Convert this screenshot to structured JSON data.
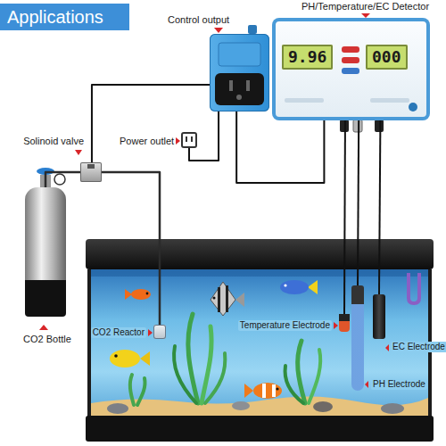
{
  "diagram": {
    "title": "Applications",
    "nodes": [
      {
        "text": [
          "Control output"
        ]
      },
      {
        "text": [
          "PH/Temperature/EC Detector",
          "9.96",
          "000"
        ]
      },
      {
        "text": [
          "Solinoid valve"
        ]
      },
      {
        "text": [
          "Power outlet"
        ]
      },
      {
        "text": [
          "CO2 Bottle"
        ]
      },
      {
        "text": [
          "CO2 Reactor"
        ]
      },
      {
        "text": [
          "Temperature Electrode"
        ]
      },
      {
        "text": [
          "EC Electrode"
        ]
      },
      {
        "text": [
          "PH Electrode"
        ]
      }
    ],
    "edges": [
      {
        "from": 4,
        "to": 2,
        "arrow": "none"
      },
      {
        "from": 2,
        "to": 5,
        "arrow": "none"
      },
      {
        "from": 2,
        "to": 0,
        "arrow": "none"
      },
      {
        "from": 3,
        "to": 0,
        "arrow": "none"
      },
      {
        "from": 0,
        "to": 1,
        "arrow": "none"
      },
      {
        "from": 1,
        "to": 6,
        "arrow": "none"
      },
      {
        "from": 1,
        "to": 8,
        "arrow": "none"
      },
      {
        "from": 1,
        "to": 7,
        "arrow": "none"
      }
    ]
  }
}
